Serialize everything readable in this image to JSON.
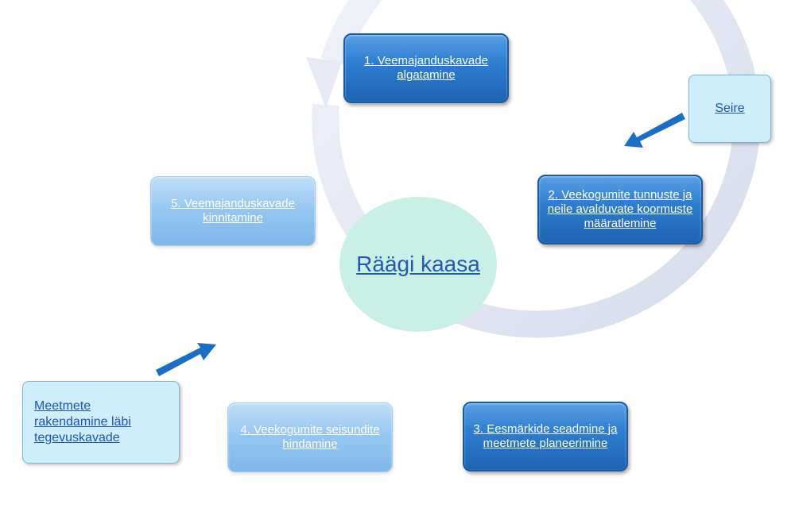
{
  "center": {
    "label": "Räägi kaasa"
  },
  "steps": [
    {
      "label": "1. Veemajanduskavade algatamine"
    },
    {
      "label": "2. Veekogumite tunnuste ja neile avalduvate koormuste määratlemine"
    },
    {
      "label": "3. Eesmärkide seadmine ja meetmete planeerimine"
    },
    {
      "label": "4. Veekogumite seisundite hindamine"
    },
    {
      "label": "5. Veemajanduskavade kinnitamine"
    }
  ],
  "side_inputs": [
    {
      "label": "Seire"
    },
    {
      "label": "Meetmete rakendamine läbi tegevuskavade"
    }
  ],
  "colors": {
    "step_dark": "#2f7fd0",
    "step_light": "#8cc1ef",
    "side_fill": "#cdeefa",
    "center_fill": "#c8f0e6",
    "link_text": "#2458b8",
    "pointer_arrow": "#1b6ec2"
  }
}
